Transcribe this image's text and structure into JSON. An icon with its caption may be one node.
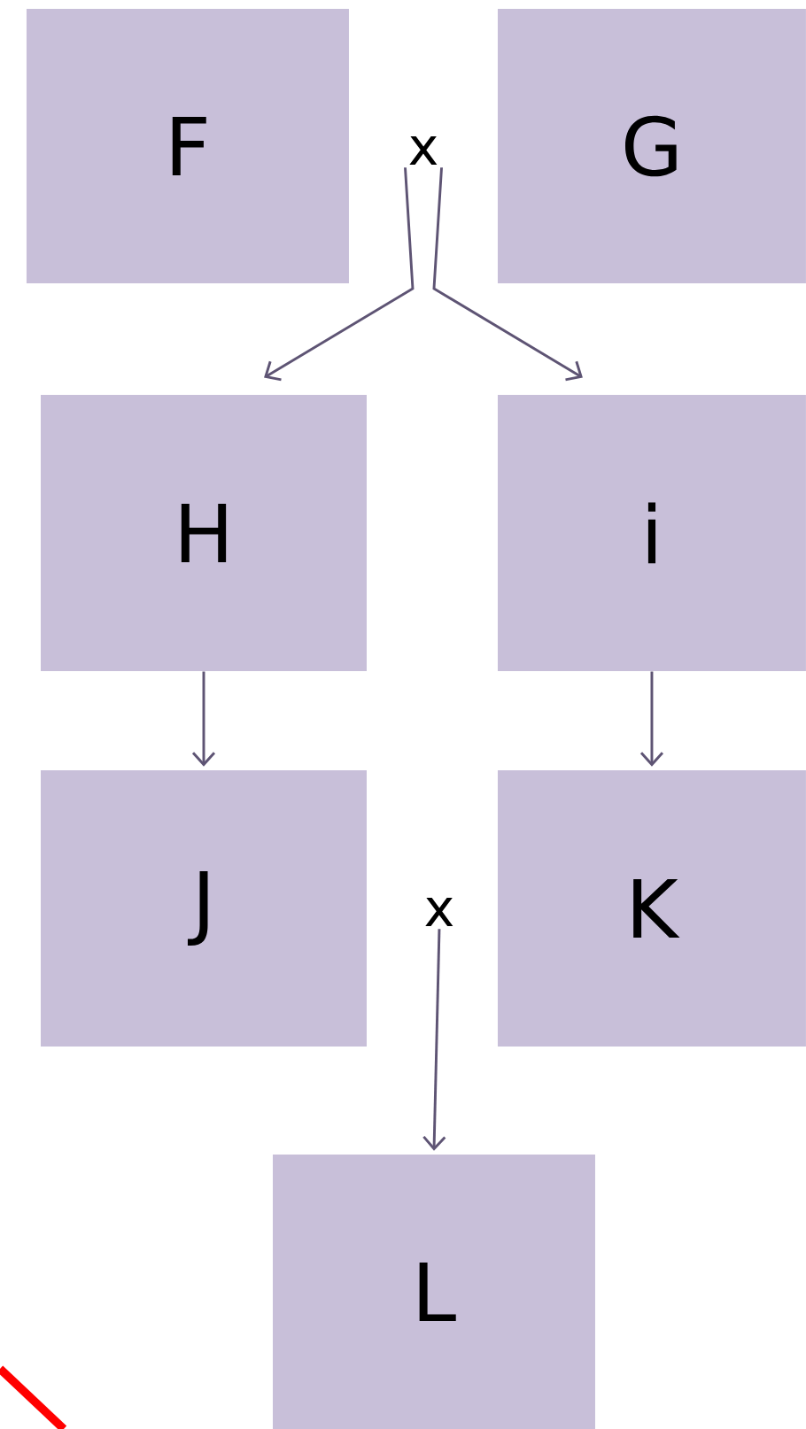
{
  "diagram": {
    "nodes": [
      {
        "text": [
          "F"
        ]
      },
      {
        "text": [
          "x"
        ]
      },
      {
        "text": [
          "G"
        ]
      },
      {
        "text": [
          "H"
        ]
      },
      {
        "text": [
          "i"
        ]
      },
      {
        "text": [
          "J"
        ]
      },
      {
        "text": [
          "x"
        ]
      },
      {
        "text": [
          "K"
        ]
      },
      {
        "text": [
          "L"
        ]
      }
    ],
    "edges": [
      {
        "from": 1,
        "to": 3,
        "arrow": "to"
      },
      {
        "from": 1,
        "to": 4,
        "arrow": "to"
      },
      {
        "from": 3,
        "to": 5,
        "arrow": "to"
      },
      {
        "from": 4,
        "to": 7,
        "arrow": "to"
      },
      {
        "from": 6,
        "to": 8,
        "arrow": "to"
      }
    ]
  }
}
